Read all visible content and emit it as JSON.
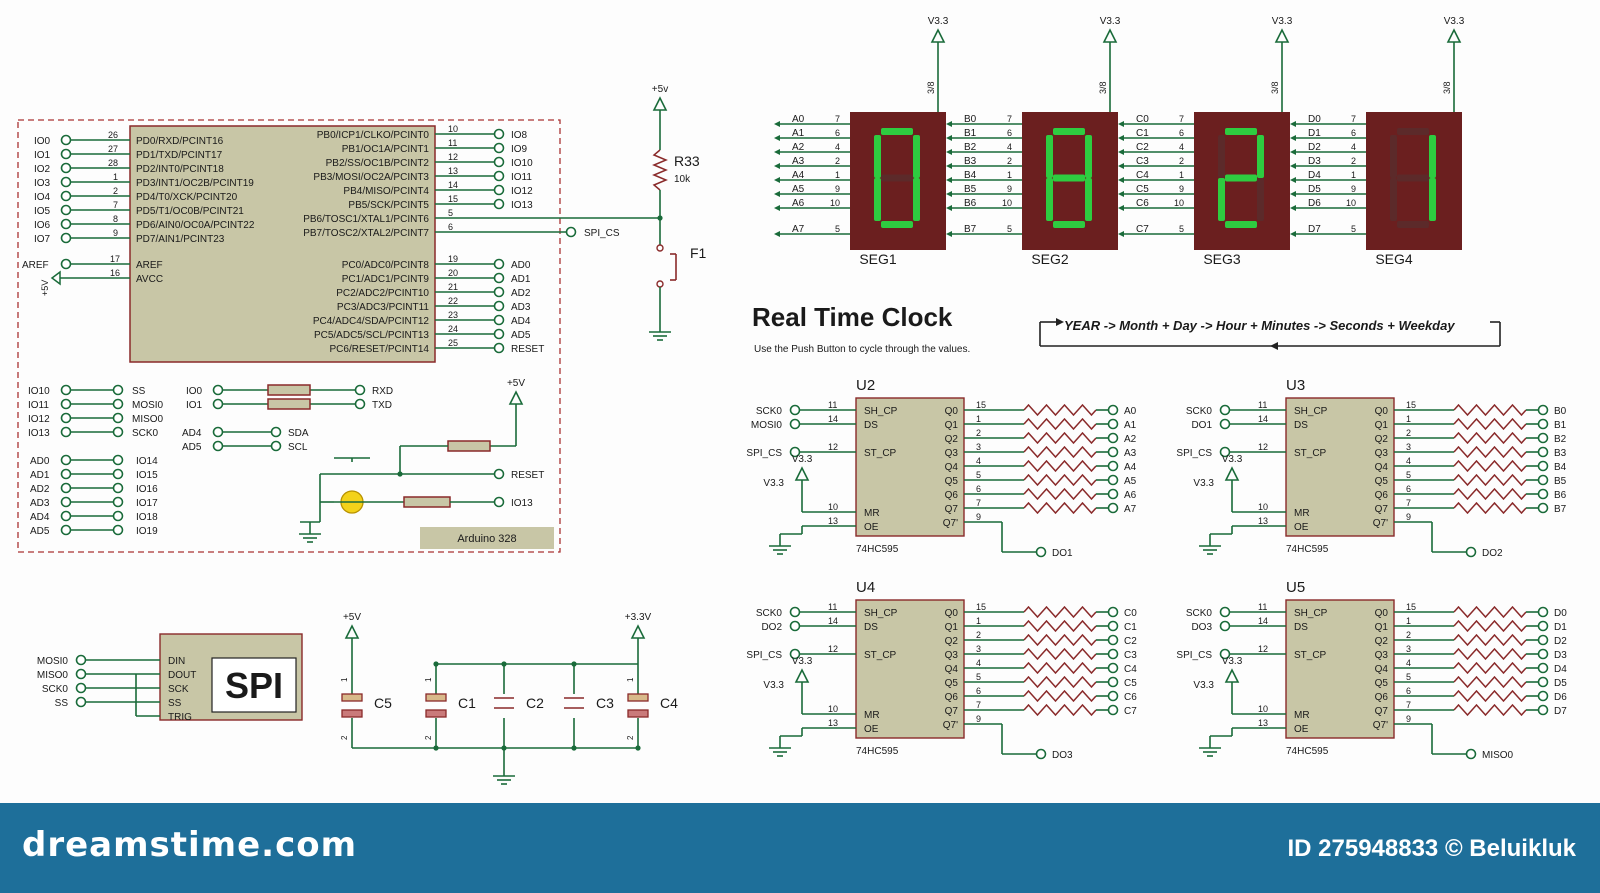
{
  "title": "Real Time Clock",
  "subtitle": "Use the Push Button to cycle through the values.",
  "cycle_text": "YEAR -> Month + Day -> Hour + Minutes -> Seconds + Weekday",
  "arduino": {
    "label": "Arduino 328",
    "left_io": [
      "IO0",
      "IO1",
      "IO2",
      "IO3",
      "IO4",
      "IO5",
      "IO6",
      "IO7"
    ],
    "left_nums": [
      "26",
      "27",
      "28",
      "1",
      "2",
      "7",
      "8",
      "9"
    ],
    "left_pins": [
      "PD0/RXD/PCINT16",
      "PD1/TXD/PCINT17",
      "PD2/INT0/PCINT18",
      "PD3/INT1/OC2B/PCINT19",
      "PD4/T0/XCK/PCINT20",
      "PD5/T1/OC0B/PCINT21",
      "PD6/AIN0/OC0A/PCINT22",
      "PD7/AIN1/PCINT23"
    ],
    "right_io": [
      "IO8",
      "IO9",
      "IO10",
      "IO11",
      "IO12",
      "IO13"
    ],
    "right_nums": [
      "10",
      "11",
      "12",
      "13",
      "14",
      "15",
      "5",
      "6"
    ],
    "right_pins": [
      "PB0/ICP1/CLKO/PCINT0",
      "PB1/OC1A/PCINT1",
      "PB2/SS/OC1B/PCINT2",
      "PB3/MOSI/OC2A/PCINT3",
      "PB4/MISO/PCINT4",
      "PB5/SCK/PCINT5",
      "PB6/TOSC1/XTAL1/PCINT6",
      "PB7/TOSC2/XTAL2/PCINT7"
    ],
    "aref": "AREF",
    "avcc": "AVCC",
    "aref_num": "17",
    "avcc_num": "16",
    "plus5": "+5V",
    "adc_pins": [
      "PC0/ADC0/PCINT8",
      "PC1/ADC1/PCINT9",
      "PC2/ADC2/PCINT10",
      "PC3/ADC3/PCINT11",
      "PC4/ADC4/SDA/PCINT12",
      "PC5/ADC5/SCL/PCINT13",
      "PC6/RESET/PCINT14"
    ],
    "adc_nums": [
      "19",
      "20",
      "21",
      "22",
      "23",
      "24",
      "25"
    ],
    "adc_io": [
      "AD0",
      "AD1",
      "AD2",
      "AD3",
      "AD4",
      "AD5",
      "RESET"
    ],
    "spi_cs": "SPI_CS"
  },
  "pin_map": {
    "left": [
      "IO10",
      "IO11",
      "IO12",
      "IO13"
    ],
    "right": [
      "SS",
      "MOSI0",
      "MISO0",
      "SCK0"
    ],
    "uart_left": [
      "IO0",
      "IO1"
    ],
    "uart_right": [
      "RXD",
      "TXD"
    ],
    "i2c_left": [
      "AD4",
      "AD5"
    ],
    "i2c_right": [
      "SDA",
      "SCL"
    ],
    "ad_left": [
      "AD0",
      "AD1",
      "AD2",
      "AD3",
      "AD4",
      "AD5"
    ],
    "ad_right": [
      "IO14",
      "IO15",
      "IO16",
      "IO17",
      "IO18",
      "IO19"
    ]
  },
  "reset_circuit": {
    "plus5": "+5V",
    "reset": "RESET",
    "io13": "IO13"
  },
  "r33": {
    "name": "R33",
    "value": "10k",
    "supply": "+5v",
    "button": "F1"
  },
  "segments": [
    {
      "name": "SEG1",
      "prefix": "A",
      "digit": "0"
    },
    {
      "name": "SEG2",
      "prefix": "B",
      "digit": "8"
    },
    {
      "name": "SEG3",
      "prefix": "C",
      "digit": "2"
    },
    {
      "name": "SEG4",
      "prefix": "D",
      "digit": "1"
    }
  ],
  "seg_pin_nums": [
    "7",
    "6",
    "4",
    "2",
    "1",
    "9",
    "10",
    "5"
  ],
  "seg_supply": "V3.3",
  "seg_common": "3/8",
  "shift_regs": [
    {
      "name": "U2",
      "part": "74HC595",
      "in1": "SCK0",
      "in2": "MOSI0",
      "in3": "SPI_CS",
      "out_prefix": "A",
      "do": "DO1"
    },
    {
      "name": "U3",
      "part": "74HC595",
      "in1": "SCK0",
      "in2": "DO1",
      "in3": "SPI_CS",
      "out_prefix": "B",
      "do": "DO2"
    },
    {
      "name": "U4",
      "part": "74HC595",
      "in1": "SCK0",
      "in2": "DO2",
      "in3": "SPI_CS",
      "out_prefix": "C",
      "do": "DO3"
    },
    {
      "name": "U5",
      "part": "74HC595",
      "in1": "SCK0",
      "in2": "DO3",
      "in3": "SPI_CS",
      "out_prefix": "D",
      "do": "MISO0"
    }
  ],
  "sr_pins_left": [
    "SH_CP",
    "DS",
    "ST_CP",
    "MR",
    "OE"
  ],
  "sr_pin_nums_left": [
    "11",
    "14",
    "12",
    "10",
    "13"
  ],
  "sr_pins_right": [
    "Q0",
    "Q1",
    "Q2",
    "Q3",
    "Q4",
    "Q5",
    "Q6",
    "Q7",
    "Q7'"
  ],
  "sr_pin_nums_right": [
    "15",
    "1",
    "2",
    "3",
    "4",
    "5",
    "6",
    "7",
    "9"
  ],
  "sr_vcc": "V3.3",
  "spi_block": {
    "label": "SPI",
    "pins": [
      "DIN",
      "DOUT",
      "SCK",
      "SS",
      "TRIG"
    ],
    "nets": [
      "MOSI0",
      "MISO0",
      "SCK0",
      "SS"
    ]
  },
  "caps": {
    "plus5": "+5V",
    "plus33": "+3.3V",
    "labels": [
      "C5",
      "C1",
      "C2",
      "C3",
      "C4"
    ]
  },
  "footer": {
    "brand": "dreamstime.com",
    "credit": "ID 275948833 © Beluikluk"
  },
  "colors": {
    "wire": "#1a6b3a",
    "chip": "#c8c6a6",
    "chip_border": "#8a2a2a",
    "dashed": "#a33",
    "seg_bg": "#6b1f1f",
    "seg_on": "#2ecc40",
    "seg_off": "#5c2a2a",
    "resistor": "#8a2a2a",
    "title": "#1a2a6e",
    "footer": "#1e6f9a"
  }
}
